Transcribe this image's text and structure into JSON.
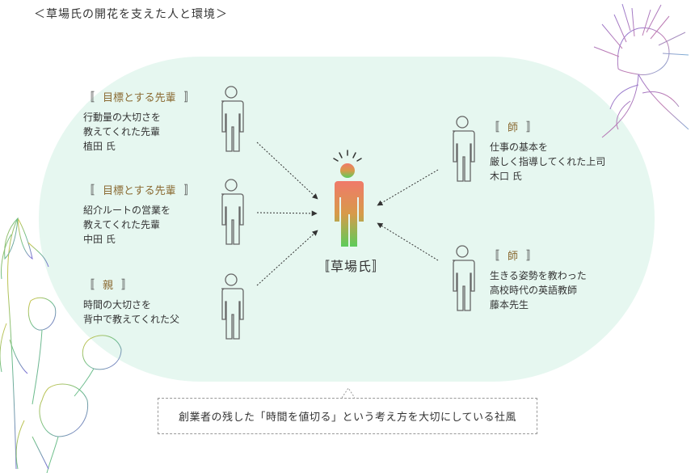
{
  "title": "＜草場氏の開花を支えた人と環境＞",
  "center": {
    "label_open": "〚",
    "label": "草場氏",
    "label_close": "〛"
  },
  "left_people": [
    {
      "category": "目標とする先輩",
      "lines": [
        "行動量の大切さを",
        "教えてくれた先輩",
        "植田 氏"
      ]
    },
    {
      "category": "目標とする先輩",
      "lines": [
        "紹介ルートの営業を",
        "教えてくれた先輩",
        "中田 氏"
      ]
    },
    {
      "category": "親",
      "lines": [
        "時間の大切さを",
        "背中で教えてくれた父"
      ]
    }
  ],
  "right_people": [
    {
      "category": "師",
      "lines": [
        "仕事の基本を",
        "厳しく指導してくれた上司",
        "木口 氏"
      ]
    },
    {
      "category": "師",
      "lines": [
        "生きる姿勢を教わった",
        "高校時代の英語教師",
        "藤本先生"
      ]
    }
  ],
  "culture": "創業者の残した「時間を値切る」という考え方を大切にしている社風",
  "colors": {
    "blob": "#e6f7f0",
    "category_text": "#8a6a32",
    "gradient_top": "#f07a6a",
    "gradient_bottom": "#5ccc5a"
  },
  "icons": [
    "person-outline-icon",
    "center-person-icon",
    "attention-rays-icon",
    "thistle-flower-decoration",
    "wildflower-decoration"
  ]
}
